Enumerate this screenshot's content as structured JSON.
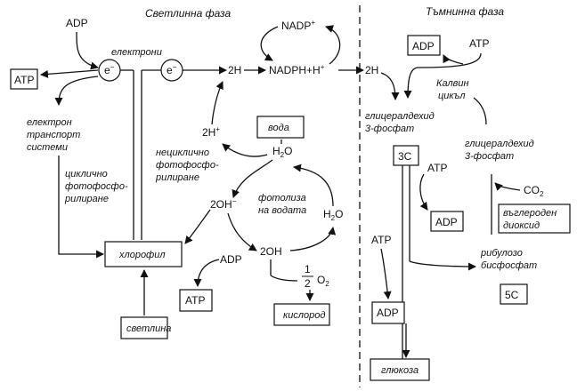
{
  "headers": {
    "light": "Светлинна фаза",
    "dark": "Тъмнинна фаза"
  },
  "adp": "ADP",
  "atp": "ATP",
  "electron": "e",
  "electron_minus": "−",
  "electrons_label": "електрони",
  "h2": "2H",
  "nadp": "NADP",
  "nadp_plus": "+",
  "nadph": "NADPH+H",
  "h_plus": "+",
  "h2_plus": "2H",
  "etc": [
    "електрон",
    "транспорт",
    "системи"
  ],
  "cyclic": [
    "циклично",
    "фотофосфо-",
    "рилиране"
  ],
  "noncyclic": [
    "нециклично",
    "фотофосфо-",
    "рилиране"
  ],
  "water_box": "вода",
  "h2o": "H",
  "h2o_2": "2",
  "h2o_o": "O",
  "photolysis": [
    "фотолиза",
    "на водата"
  ],
  "oh": "2OH",
  "oh_minus": "−",
  "oh2": "2OH",
  "chlorophyll": "хлорофил",
  "light_box": "светлина",
  "half_num": "1",
  "half_den": "2",
  "o2": "O",
  "o2_sub": "2",
  "oxygen_box": "кислород",
  "calvin": [
    "Калвин",
    "цикъл"
  ],
  "g3p": [
    "глицералдехид",
    "3-фосфат"
  ],
  "c3": "3C",
  "co2": "CO",
  "co2_sub": "2",
  "co2_box": [
    "въглероден",
    "диоксид"
  ],
  "rubp": [
    "рибулозо",
    "бисфосфат"
  ],
  "c5": "5C",
  "glucose": "глюкоза"
}
